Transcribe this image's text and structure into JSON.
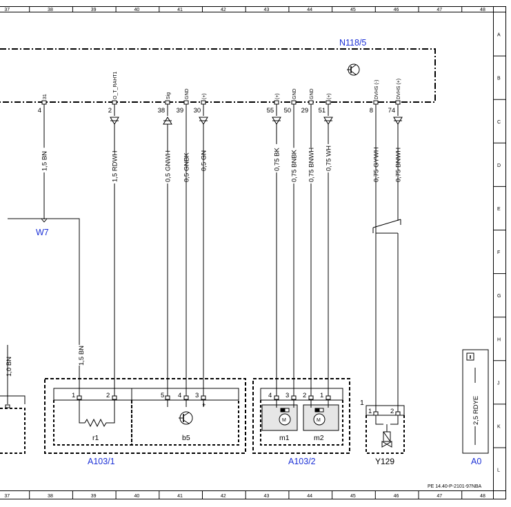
{
  "frame": {
    "columns": [
      "37",
      "38",
      "39",
      "40",
      "41",
      "42",
      "43",
      "44",
      "45",
      "46",
      "47",
      "48"
    ],
    "rows": [
      "A",
      "B",
      "C",
      "D",
      "E",
      "F",
      "G",
      "H",
      "J",
      "K",
      "L"
    ],
    "doc_ref": "PE 14.40-P-2101-97NBA"
  },
  "colors": {
    "line": "#000000",
    "label_blue": "#1a2fd6"
  },
  "modules": {
    "n118": "N118/5",
    "w7": "W7",
    "a103_1": "A103/1",
    "a103_2": "A103/2",
    "y129": "Y129",
    "a0": "A0"
  },
  "pins": {
    "p4": {
      "num": "4",
      "sig": "31",
      "wire": "1,5 BN"
    },
    "p2": {
      "num": "2",
      "sig": "O_T_RAHT1",
      "wire": "1,5 RDWH"
    },
    "p38": {
      "num": "38",
      "sig": "Sig",
      "wire": "0,5 GNWH"
    },
    "p39": {
      "num": "39",
      "sig": "GND",
      "wire": "0,5 GNBK"
    },
    "p30": {
      "num": "30",
      "sig": "(+)",
      "wire": "0,5 GN"
    },
    "p55": {
      "num": "55",
      "sig": "(+)",
      "wire": "0,75 BK"
    },
    "p50": {
      "num": "50",
      "sig": "GND",
      "wire": "0,75 BNBK"
    },
    "p29": {
      "num": "29",
      "sig": "GND",
      "wire": "0,75 BNWH"
    },
    "p51": {
      "num": "51",
      "sig": "(+)",
      "wire": "0,75 WH"
    },
    "p8": {
      "num": "8",
      "sig": "DVHS (-)",
      "wire": "0,75 GYWH"
    },
    "p74": {
      "num": "74",
      "sig": "DVHS (+)",
      "wire": "0,75 BNWH"
    }
  },
  "wire_w7_lower": "1,5 BN",
  "wire_left_partial": "1,0 BN",
  "a103_1": {
    "pin1": "1",
    "pin2": "2",
    "pin5": "5",
    "pin4": "4",
    "pin3": "3",
    "pin3_sign": "+",
    "r1": "r1",
    "b5": "b5"
  },
  "a103_2": {
    "pin4": "4",
    "pin3": "3",
    "pin2": "2",
    "pin1": "1",
    "m1": "m1",
    "m2": "m2"
  },
  "y129": {
    "pin1": "1",
    "pin2": "2",
    "ref": "1"
  },
  "a0": {
    "wire": "2,5 RDYE"
  }
}
